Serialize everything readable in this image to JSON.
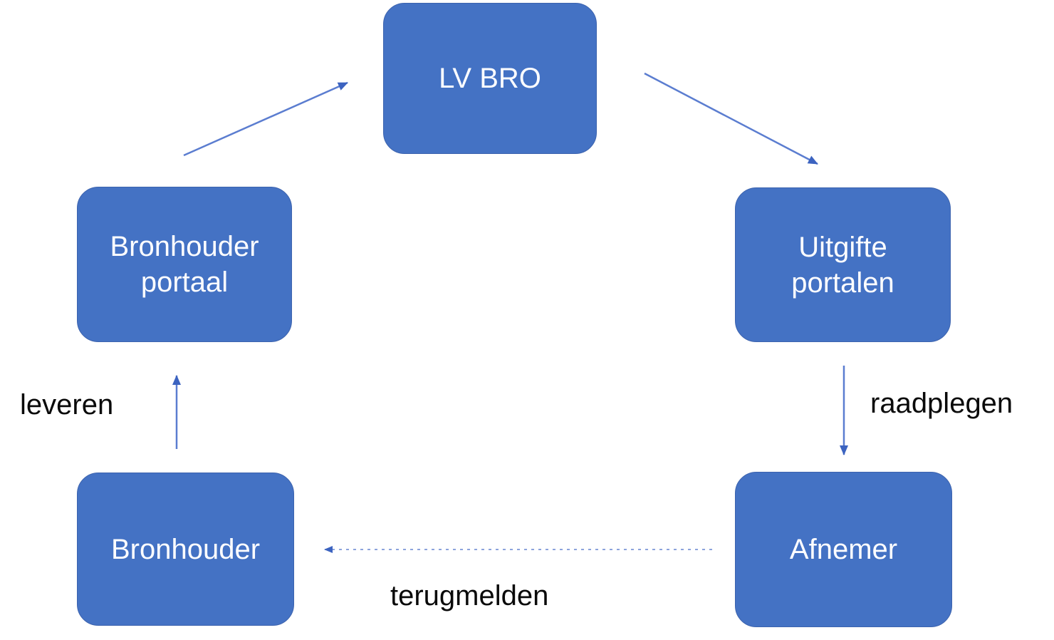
{
  "diagram": {
    "type": "flow-cycle",
    "nodes": [
      {
        "id": "lv-bro",
        "label": "LV BRO"
      },
      {
        "id": "bronhouder-portaal",
        "label": "Bronhouder portaal"
      },
      {
        "id": "uitgifte-portalen",
        "label": "Uitgifte portalen"
      },
      {
        "id": "bronhouder",
        "label": "Bronhouder"
      },
      {
        "id": "afnemer",
        "label": "Afnemer"
      }
    ],
    "edges": [
      {
        "from": "bronhouder-portaal",
        "to": "lv-bro",
        "label": "",
        "style": "solid"
      },
      {
        "from": "lv-bro",
        "to": "uitgifte-portalen",
        "label": "",
        "style": "solid"
      },
      {
        "from": "uitgifte-portalen",
        "to": "afnemer",
        "label": "raadplegen",
        "style": "solid"
      },
      {
        "from": "afnemer",
        "to": "bronhouder",
        "label": "terugmelden",
        "style": "dotted"
      },
      {
        "from": "bronhouder",
        "to": "bronhouder-portaal",
        "label": "leveren",
        "style": "solid"
      }
    ],
    "colors": {
      "node_fill": "#4472C4",
      "node_border": "#3C63AE",
      "node_text": "#FDFDFF",
      "arrow_line": "#5B7DD0",
      "arrow_head": "#3C63C0",
      "label_text": "#0A0A0A",
      "background": "#FFFFFF"
    }
  }
}
